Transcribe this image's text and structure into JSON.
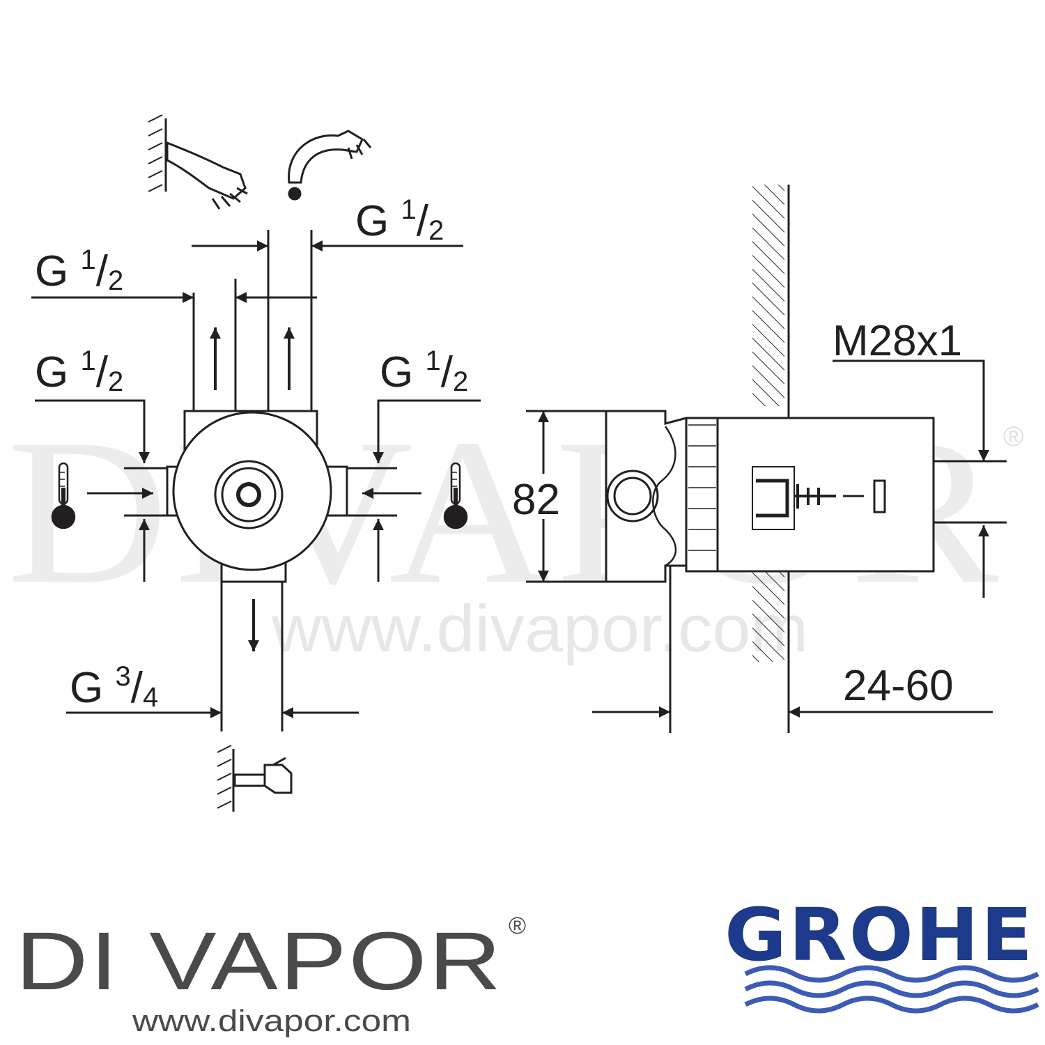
{
  "watermark": {
    "text": "DIVAPOR",
    "reg_mark": "®",
    "url": "www.divapor.com"
  },
  "dimensions": {
    "top_right_outlet": {
      "prefix": "G ",
      "numerator": "1",
      "slash": "/",
      "denominator": "2"
    },
    "top_left_outlet": {
      "prefix": "G ",
      "numerator": "1",
      "slash": "/",
      "denominator": "2"
    },
    "left_inlet": {
      "prefix": "G ",
      "numerator": "1",
      "slash": "/",
      "denominator": "2"
    },
    "right_inlet": {
      "prefix": "G ",
      "numerator": "1",
      "slash": "/",
      "denominator": "2"
    },
    "bottom_outlet": {
      "prefix": "G ",
      "numerator": "3",
      "slash": "/",
      "denominator": "4"
    },
    "body_height": "82",
    "thread": "M28x1",
    "install_depth": "24-60"
  },
  "branding": {
    "company_name": "DI VAPOR",
    "company_reg": "®",
    "company_url": "www.divapor.com",
    "manufacturer": "GROHE",
    "manufacturer_color": "#1e3a8a",
    "wave_color": "#3b5bb5"
  },
  "icons": [
    "wall-showerhead-icon",
    "overhead-shower-icon",
    "thermometer-icon",
    "wall-spout-icon"
  ]
}
